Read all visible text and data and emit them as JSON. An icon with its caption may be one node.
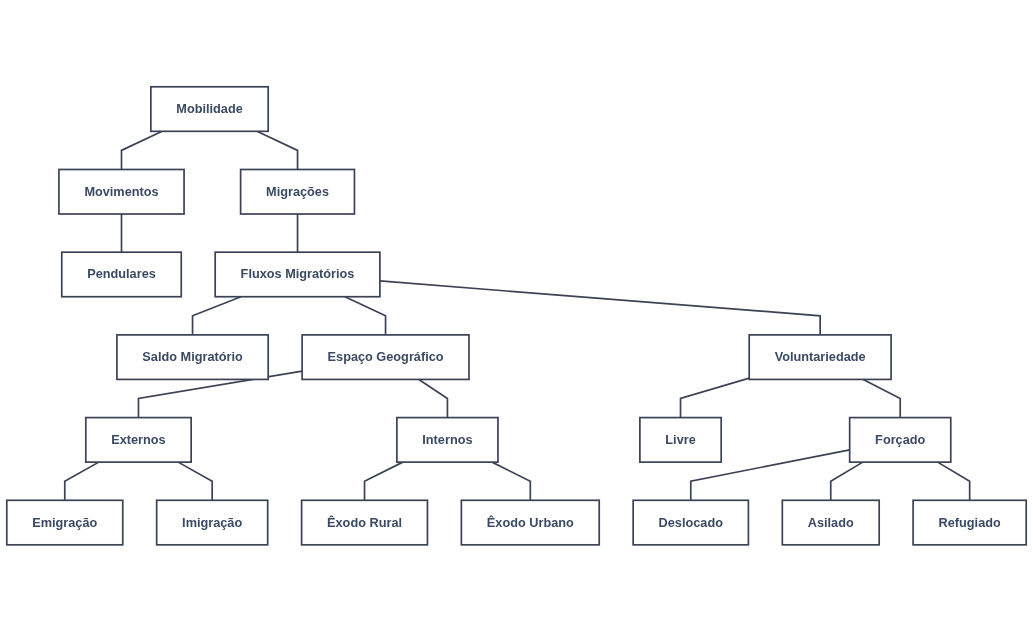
{
  "diagram": {
    "nodes": [
      {
        "text": [
          "Mobilidade"
        ]
      },
      {
        "text": [
          "Migrações"
        ]
      },
      {
        "text": [
          "Movimentos"
        ]
      },
      {
        "text": [
          "Pendulares"
        ]
      },
      {
        "text": [
          "Fluxos Migratórios"
        ]
      },
      {
        "text": [
          "Saldo Migratório"
        ]
      },
      {
        "text": [
          "Espaço Geográfico"
        ]
      },
      {
        "text": [
          "Externos"
        ]
      },
      {
        "text": [
          "Internos"
        ]
      },
      {
        "text": [
          "Emigração"
        ]
      },
      {
        "text": [
          "Imigração"
        ]
      },
      {
        "text": [
          "Êxodo Rural"
        ]
      },
      {
        "text": [
          "Êxodo Urbano"
        ]
      },
      {
        "text": [
          "Voluntariedade"
        ]
      },
      {
        "text": [
          "Livre"
        ]
      },
      {
        "text": [
          "Forçado"
        ]
      },
      {
        "text": [
          "Deslocado"
        ]
      },
      {
        "text": [
          "Asilado"
        ]
      },
      {
        "text": [
          "Refugiado"
        ]
      }
    ],
    "edges": [
      {
        "from": 0,
        "to": 1,
        "arrow": "none"
      },
      {
        "from": 0,
        "to": 2,
        "arrow": "none"
      },
      {
        "from": 2,
        "to": 3,
        "arrow": "none"
      },
      {
        "from": 1,
        "to": 4,
        "arrow": "none"
      },
      {
        "from": 4,
        "to": 5,
        "arrow": "none"
      },
      {
        "from": 4,
        "to": 6,
        "arrow": "none"
      },
      {
        "from": 4,
        "to": 13,
        "arrow": "none"
      },
      {
        "from": 6,
        "to": 7,
        "arrow": "none"
      },
      {
        "from": 6,
        "to": 8,
        "arrow": "none"
      },
      {
        "from": 7,
        "to": 9,
        "arrow": "none"
      },
      {
        "from": 7,
        "to": 10,
        "arrow": "none"
      },
      {
        "from": 8,
        "to": 11,
        "arrow": "none"
      },
      {
        "from": 8,
        "to": 12,
        "arrow": "none"
      },
      {
        "from": 13,
        "to": 14,
        "arrow": "none"
      },
      {
        "from": 13,
        "to": 15,
        "arrow": "none"
      },
      {
        "from": 15,
        "to": 16,
        "arrow": "none"
      },
      {
        "from": 15,
        "to": 17,
        "arrow": "none"
      },
      {
        "from": 15,
        "to": 18,
        "arrow": "none"
      }
    ]
  }
}
